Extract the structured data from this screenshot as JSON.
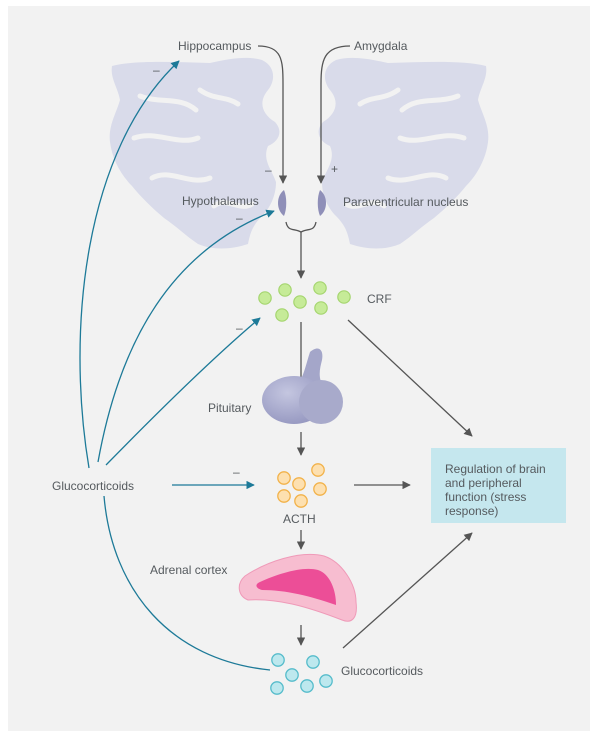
{
  "labels": {
    "hippocampus": "Hippocampus",
    "amygdala": "Amygdala",
    "hypothalamus": "Hypothalamus",
    "paraventricular": "Paraventricular nucleus",
    "crf": "CRF",
    "pituitary": "Pituitary",
    "glucocorticoids_left": "Glucocorticoids",
    "acth": "ACTH",
    "adrenal_cortex": "Adrenal cortex",
    "glucocorticoids_bottom": "Glucocorticoids",
    "regulation": "Regulation of brain and peripheral function (stress response)"
  },
  "signs": {
    "hippocampus_minus": "–",
    "hypothalamus_minus": "–",
    "amygdala_plus": "+",
    "hypothalamus_feedback_minus": "–",
    "crf_feedback_minus": "–",
    "acth_feedback_minus": "–"
  },
  "colors": {
    "background": "#f2f2f2",
    "brain": "#d9dbea",
    "nucleus": "#8f8fb8",
    "crf_fill": "#c6eb98",
    "crf_stroke": "#a5d56f",
    "acth_fill": "#fde0b0",
    "acth_stroke": "#f2b24a",
    "gluco_fill": "#bde8ee",
    "gluco_stroke": "#56bccb",
    "pituitary": "#a4a6c9",
    "adrenal_outer": "#f7bdd0",
    "adrenal_inner": "#ec4e97",
    "feedback_arrow": "#1d7a98",
    "main_arrow": "#555555",
    "box": "#c5e7ee"
  }
}
